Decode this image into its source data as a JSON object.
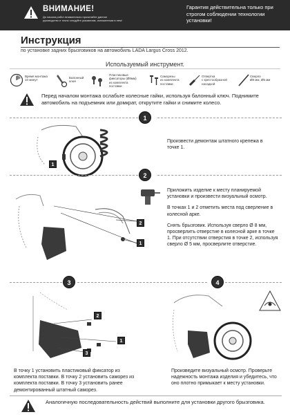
{
  "header": {
    "warning_title": "ВНИМАНИЕ!",
    "warning_text": "До начала работ внимательно прочитайте данное руководство и точно следуйте указаниям, изложенным в нем!",
    "guarantee": "Гарантия действительна только при строгом соблюдении технологии установки!"
  },
  "title": "Инструкция",
  "subtitle": "по установке задних брызговиков на автомобиль LADA Largus Cross 2012.",
  "tools": {
    "heading": "Используемый инструмент.",
    "items": [
      {
        "label": "Время монтажа\n10 минут",
        "icon": "clock-icon"
      },
      {
        "label": "Балонный\nключ",
        "icon": "wheel-wrench-icon"
      },
      {
        "label": "Пластиковые\nфиксаторы (Ø8мм)\nиз комплекта\nпоставки",
        "icon": "plastic-clip-icon"
      },
      {
        "label": "Саморезы\nиз комплекта\nпоставки",
        "icon": "screws-icon"
      },
      {
        "label": "Отвертка\nс крестообразной\nнасадкой",
        "icon": "screwdriver-icon"
      },
      {
        "label": "Сверло\nØ8 мм, Ø5 мм",
        "icon": "drill-bit-icon"
      }
    ]
  },
  "notice_top": "Перед началом монтажа ослабьте колесные гайки, используя балонный ключ. Поднимите автомобиль на подъемник или домкрат, открутите гайки и снимите колесо.",
  "steps": [
    {
      "number": "1",
      "text": [
        "Произвести демонтаж штатного крепежа в точке 1."
      ],
      "callouts": [
        "1"
      ]
    },
    {
      "number": "2",
      "text": [
        "Приложить изделие к месту планируемой установки и произвести визуальный осмотр.",
        "В точках 1 и 2 отметить места под сверление в колесной арке.",
        "Снять брызговик. Используя сверло Ø 8 мм, просверлить отверстие в колесной арке в точке 1. При отсутствии отверстия в точке 2, используя сверло Ø 5 мм, просверлите отверстие."
      ],
      "callouts": [
        "2",
        "1"
      ]
    },
    {
      "number": "3",
      "text": [
        "В точку 1 установить пластиковый фиксатор из комплекта поставки. В точку 2 установить саморез из комплекта поставки. В точку 3 установить ранее демонтированный штатный саморез."
      ],
      "callouts": [
        "2",
        "1",
        "3"
      ]
    },
    {
      "number": "4",
      "text": [
        "Произведите визуальный осмотр. Проверьте надежность монтажа изделия и убедитесь, что оно плотно примыкает к месту установки."
      ],
      "callouts": []
    }
  ],
  "notice_bottom": "Аналогичную последовательность действий выполните для установки другого брызговика.",
  "colors": {
    "header_bg": "#2b2b2b",
    "accent_dark": "#2f2f2f"
  }
}
